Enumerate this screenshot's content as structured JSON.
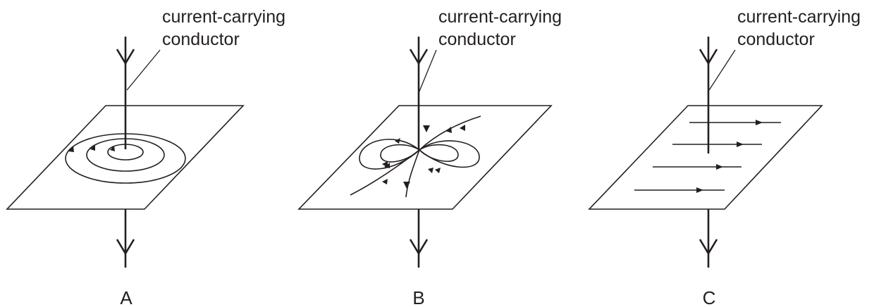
{
  "diagrams": [
    {
      "id": "A",
      "pointer_label_line1": "current-carrying",
      "pointer_label_line2": "conductor",
      "option_letter": "A",
      "field_pattern": "concentric-circles"
    },
    {
      "id": "B",
      "pointer_label_line1": "current-carrying",
      "pointer_label_line2": "conductor",
      "option_letter": "B",
      "field_pattern": "dipole-loops"
    },
    {
      "id": "C",
      "pointer_label_line1": "current-carrying",
      "pointer_label_line2": "conductor",
      "option_letter": "C",
      "field_pattern": "parallel-lines"
    }
  ]
}
